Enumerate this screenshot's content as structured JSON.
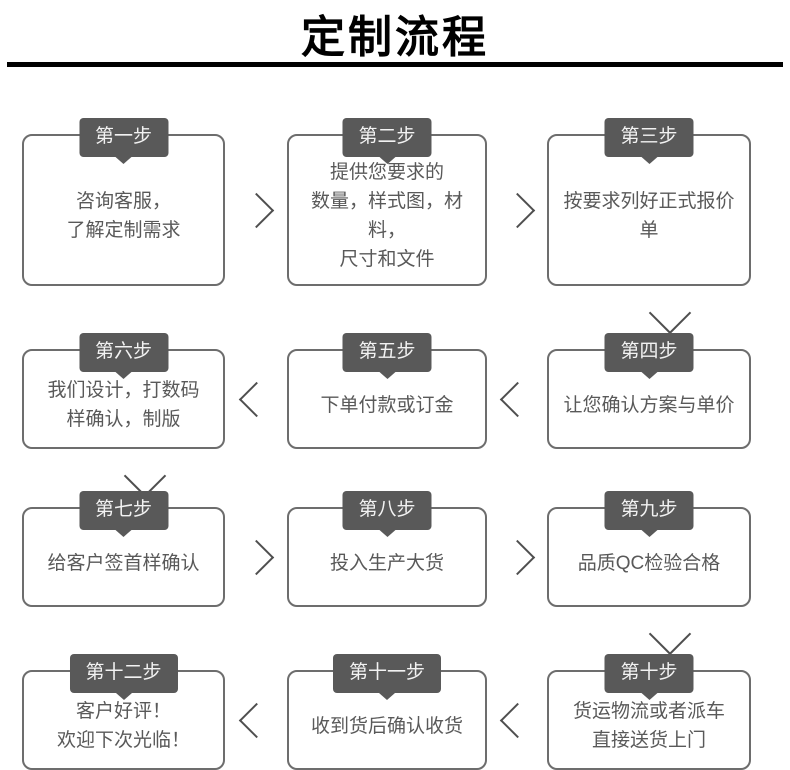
{
  "title": "定制流程",
  "steps": [
    {
      "badge": "第一步",
      "lines": [
        "咨询客服，",
        "了解定制需求"
      ]
    },
    {
      "badge": "第二步",
      "lines": [
        "提供您要求的",
        "数量，样式图，材料，",
        "尺寸和文件"
      ]
    },
    {
      "badge": "第三步",
      "lines": [
        "按要求列好正式报价单"
      ]
    },
    {
      "badge": "第四步",
      "lines": [
        "让您确认方案与单价"
      ]
    },
    {
      "badge": "第五步",
      "lines": [
        "下单付款或订金"
      ]
    },
    {
      "badge": "第六步",
      "lines": [
        "我们设计，打数码",
        "样确认，制版"
      ]
    },
    {
      "badge": "第七步",
      "lines": [
        "给客户签首样确认"
      ]
    },
    {
      "badge": "第八步",
      "lines": [
        "投入生产大货"
      ]
    },
    {
      "badge": "第九步",
      "lines": [
        "品质QC检验合格"
      ]
    },
    {
      "badge": "第十步",
      "lines": [
        "货运物流或者派车",
        "直接送货上门"
      ]
    },
    {
      "badge": "第十一步",
      "lines": [
        "收到货后确认收货"
      ]
    },
    {
      "badge": "第十二步",
      "lines": [
        "客户好评！",
        "欢迎下次光临！"
      ]
    }
  ],
  "colors": {
    "title": "#000000",
    "divider": "#000000",
    "badge_background": "#595959",
    "badge_text": "#f2f2f2",
    "box_border": "#6d6d6d",
    "body_text": "#595959",
    "arrow": "#4f4f4f"
  }
}
